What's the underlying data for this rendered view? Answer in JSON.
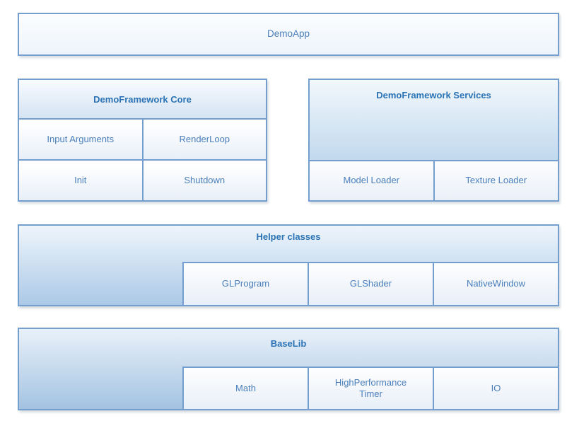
{
  "colors": {
    "border": "#749ecd",
    "header_text": "#2b73b4",
    "cell_text": "#4a7fba",
    "page_bg": "#ffffff"
  },
  "diagram": {
    "demoapp": {
      "title": "DemoApp"
    },
    "core": {
      "title": "DemoFramework Core",
      "cells": [
        "Input Arguments",
        "RenderLoop",
        "Init",
        "Shutdown"
      ]
    },
    "services": {
      "title": "DemoFramework Services",
      "cells": [
        "Model Loader",
        "Texture Loader"
      ]
    },
    "helper": {
      "title": "Helper classes",
      "cells": [
        "GLProgram",
        "GLShader",
        "NativeWindow"
      ]
    },
    "baselib": {
      "title": "BaseLib",
      "cells": [
        "Math",
        "HighPerformance Timer",
        "IO"
      ]
    }
  }
}
